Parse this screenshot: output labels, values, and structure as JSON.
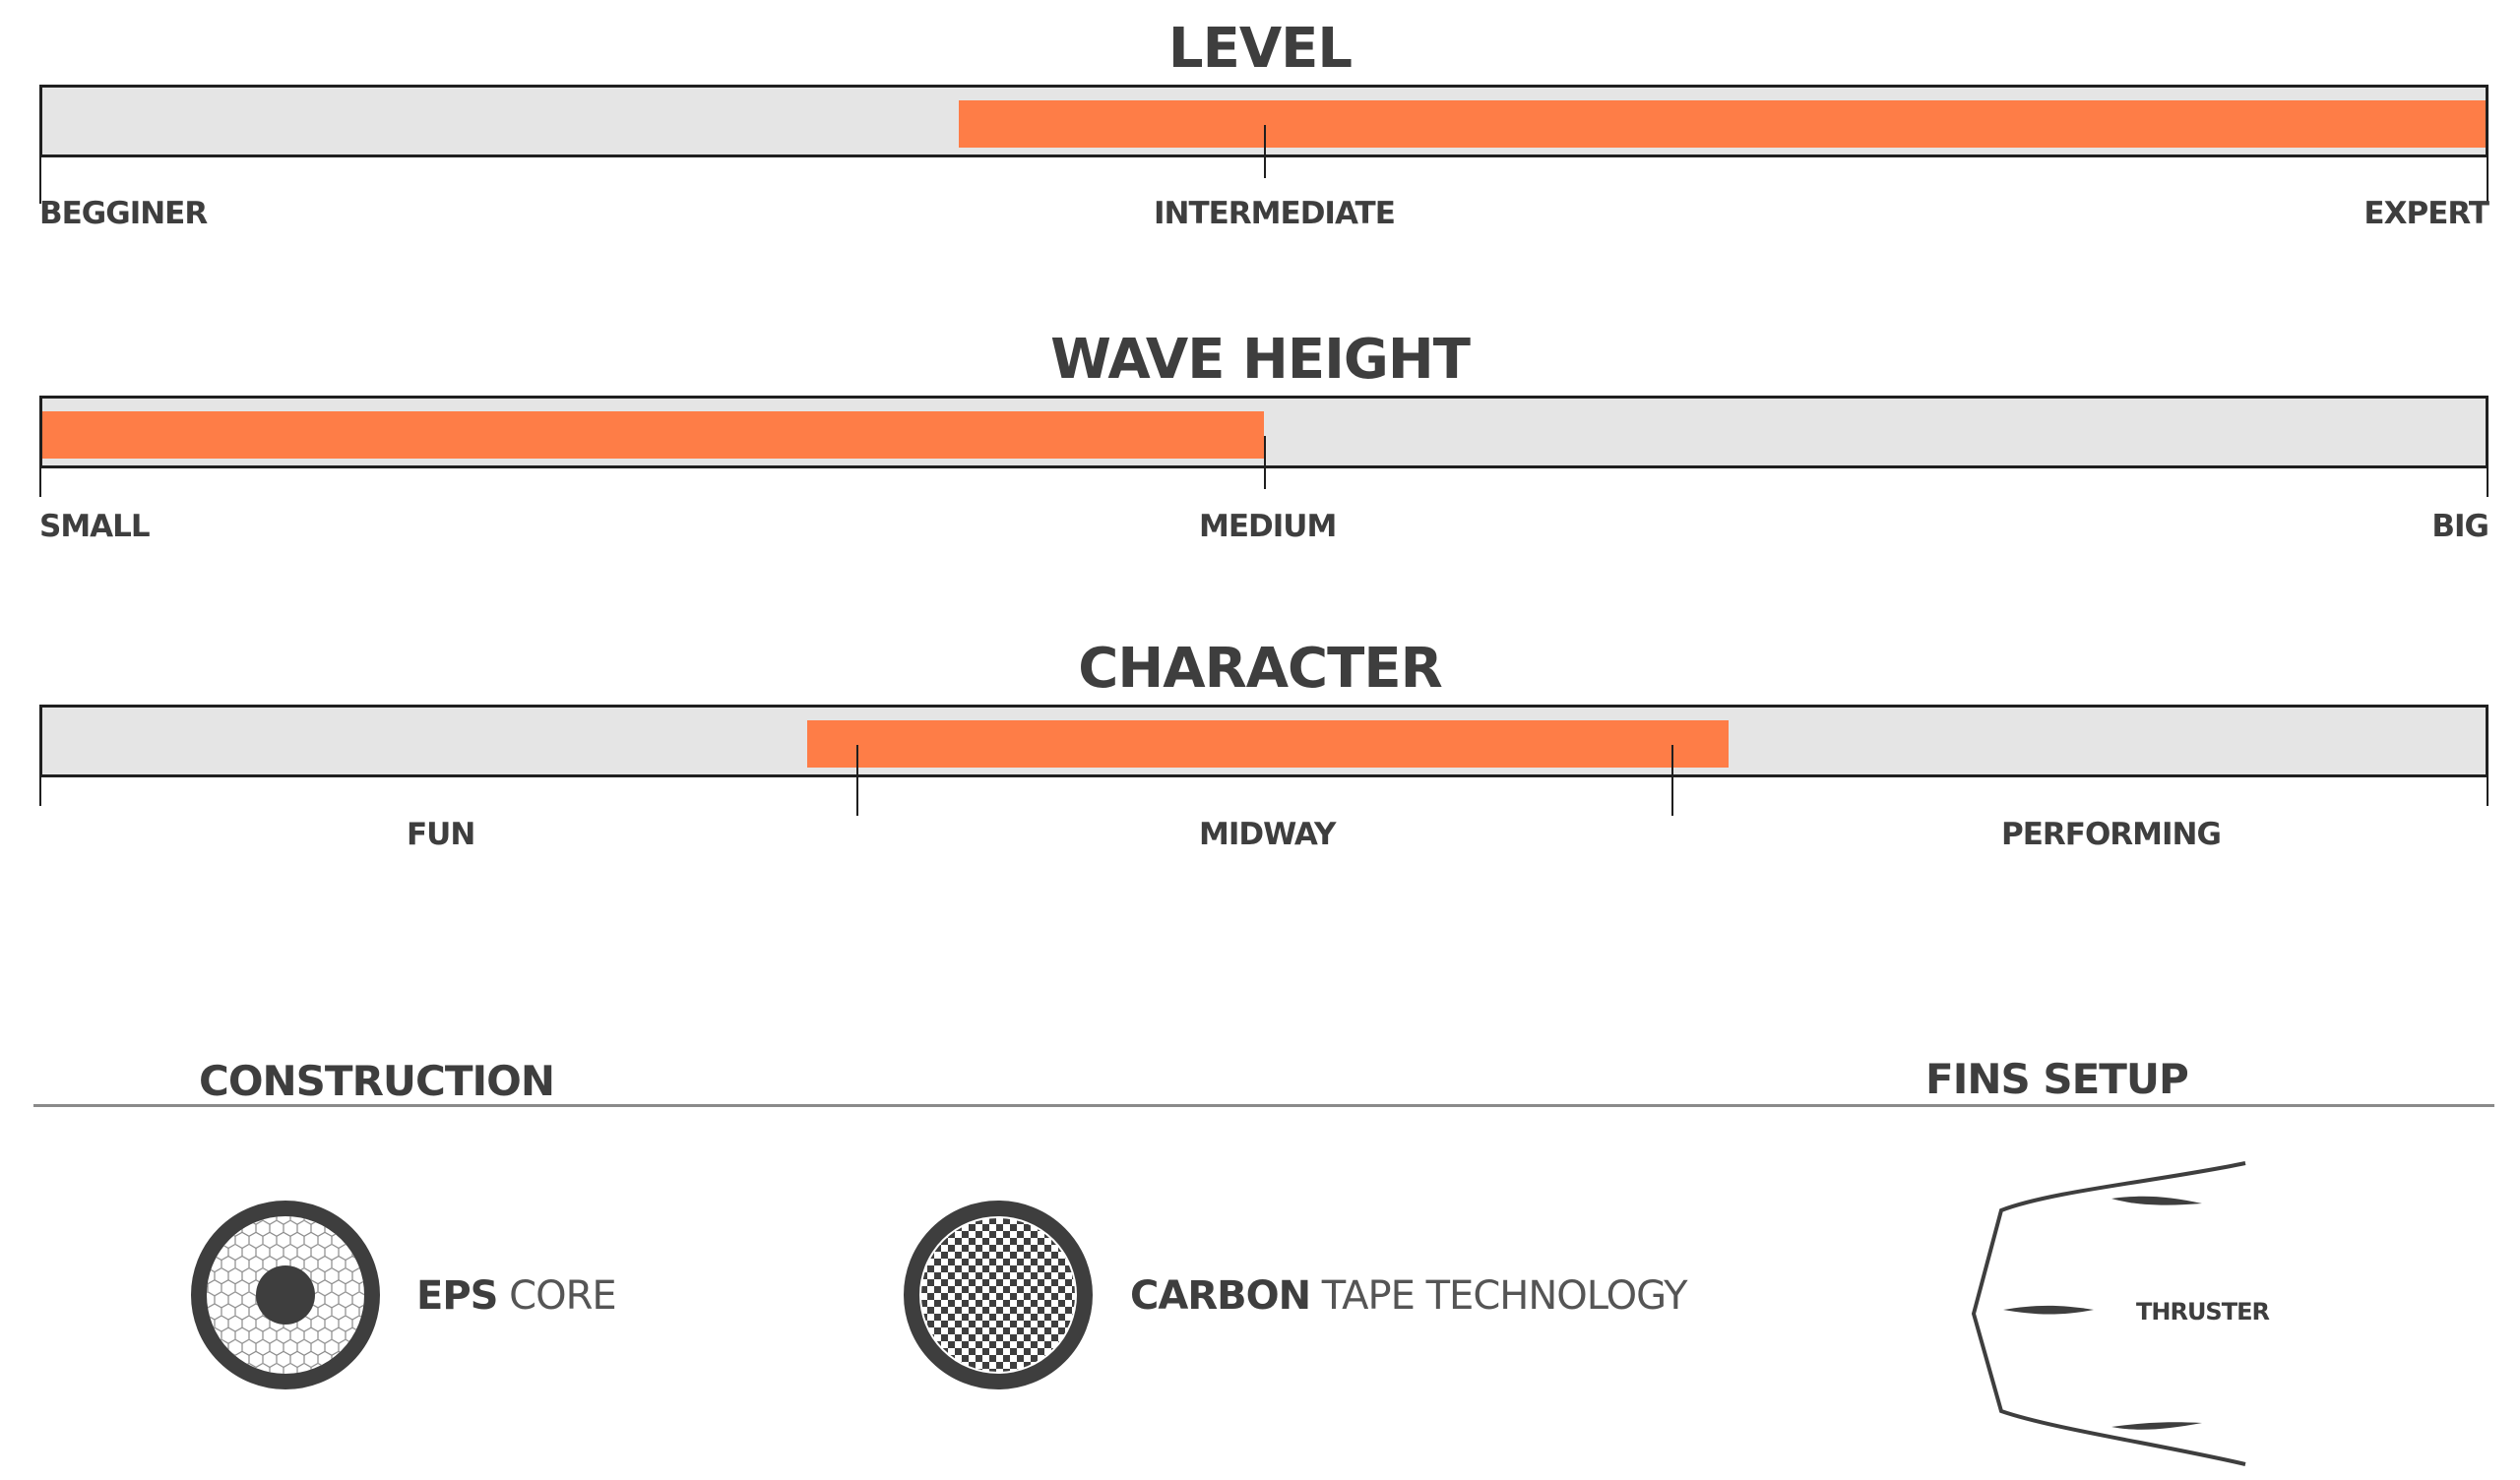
{
  "colors": {
    "accent": "#fe7d47",
    "track": "#e5e5e5",
    "border": "#1f1f1f",
    "text": "#3e3e3e"
  },
  "level": {
    "title": "LEVEL",
    "labels": {
      "start": "BEGGINER",
      "middle": "INTERMEDIATE",
      "end": "EXPERT"
    },
    "range": [
      0.375,
      1.0
    ]
  },
  "wave_height": {
    "title": "WAVE HEIGHT",
    "labels": {
      "start": "SMALL",
      "middle": "MEDIUM",
      "end": "BIG"
    },
    "range": [
      0.0,
      0.5
    ]
  },
  "character": {
    "title": "CHARACTER",
    "labels": {
      "first": "FUN",
      "second": "MIDWAY",
      "third": "PERFORMING"
    },
    "range": [
      0.313,
      0.69
    ]
  },
  "construction": {
    "heading": "CONSTRUCTION",
    "items": [
      {
        "icon": "eps-core-icon",
        "strong": "EPS",
        "light": " CORE"
      },
      {
        "icon": "carbon-tape-icon",
        "strong": "CARBON",
        "light": " TAPE TECHNOLOGY"
      }
    ]
  },
  "fins": {
    "heading": "FINS SETUP",
    "icon": "fin-setup-icon",
    "label": "THRUSTER"
  }
}
